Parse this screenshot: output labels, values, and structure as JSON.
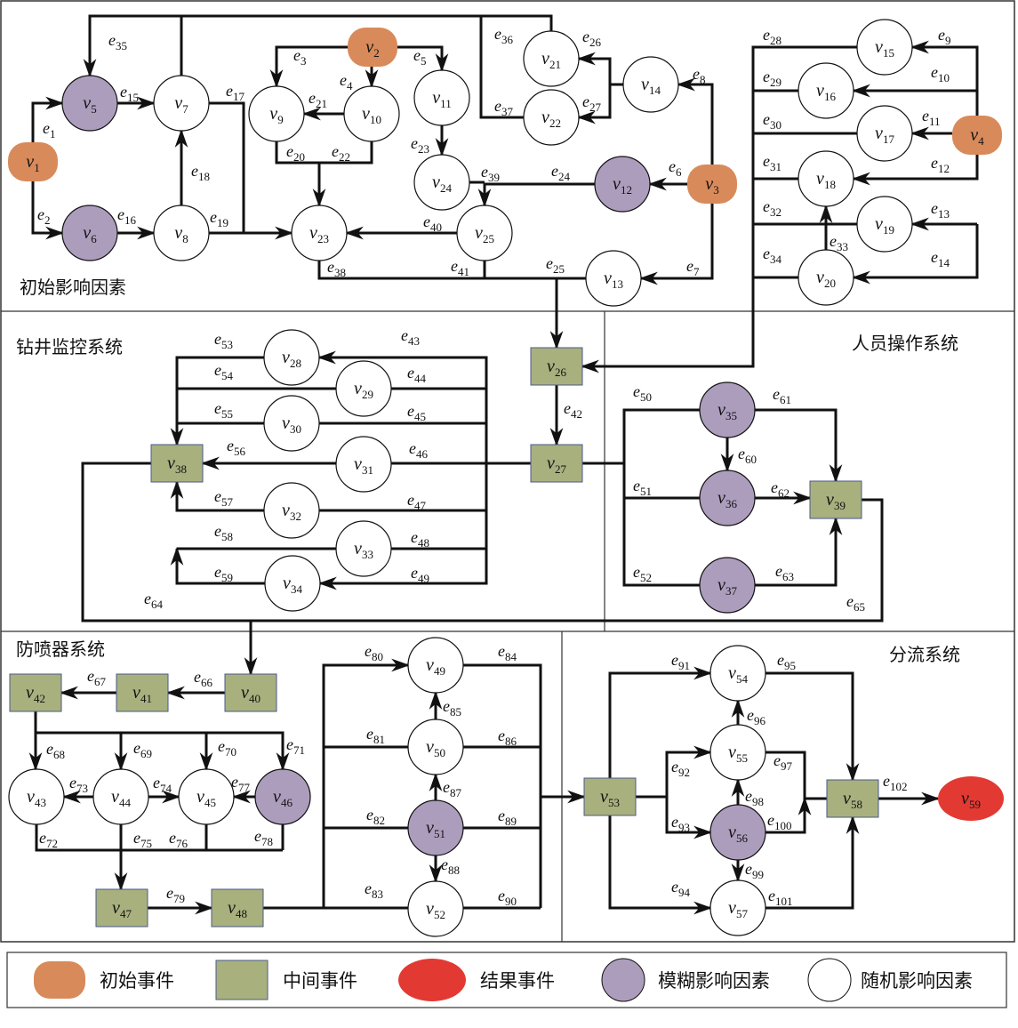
{
  "regions": [
    {
      "id": "initial",
      "title": "初始影响因素"
    },
    {
      "id": "monitor",
      "title": "钻井监控系统"
    },
    {
      "id": "personnel",
      "title": "人员操作系统"
    },
    {
      "id": "bop",
      "title": "防喷器系统"
    },
    {
      "id": "diverter",
      "title": "分流系统"
    }
  ],
  "colors": {
    "initial_event": "#d98a5a",
    "intermediate_event": "#a8b07e",
    "result_event": "#e23a33",
    "fuzzy_factor": "#ad9dbd",
    "random_factor": "#ffffff"
  },
  "legend": [
    {
      "type": "initial_event",
      "label": "初始事件"
    },
    {
      "type": "intermediate_event",
      "label": "中间事件"
    },
    {
      "type": "result_event",
      "label": "结果事件"
    },
    {
      "type": "fuzzy_factor",
      "label": "模糊影响因素"
    },
    {
      "type": "random_factor",
      "label": "随机影响因素"
    }
  ],
  "nodes": [
    {
      "id": "v1",
      "type": "initial_event"
    },
    {
      "id": "v2",
      "type": "initial_event"
    },
    {
      "id": "v3",
      "type": "initial_event"
    },
    {
      "id": "v4",
      "type": "initial_event"
    },
    {
      "id": "v5",
      "type": "fuzzy_factor"
    },
    {
      "id": "v6",
      "type": "fuzzy_factor"
    },
    {
      "id": "v7",
      "type": "random_factor"
    },
    {
      "id": "v8",
      "type": "random_factor"
    },
    {
      "id": "v9",
      "type": "random_factor"
    },
    {
      "id": "v10",
      "type": "random_factor"
    },
    {
      "id": "v11",
      "type": "random_factor"
    },
    {
      "id": "v12",
      "type": "fuzzy_factor"
    },
    {
      "id": "v13",
      "type": "random_factor"
    },
    {
      "id": "v14",
      "type": "random_factor"
    },
    {
      "id": "v15",
      "type": "random_factor"
    },
    {
      "id": "v16",
      "type": "random_factor"
    },
    {
      "id": "v17",
      "type": "random_factor"
    },
    {
      "id": "v18",
      "type": "random_factor"
    },
    {
      "id": "v19",
      "type": "random_factor"
    },
    {
      "id": "v20",
      "type": "random_factor"
    },
    {
      "id": "v21",
      "type": "random_factor"
    },
    {
      "id": "v22",
      "type": "random_factor"
    },
    {
      "id": "v23",
      "type": "random_factor"
    },
    {
      "id": "v24",
      "type": "random_factor"
    },
    {
      "id": "v25",
      "type": "random_factor"
    },
    {
      "id": "v26",
      "type": "intermediate_event"
    },
    {
      "id": "v27",
      "type": "intermediate_event"
    },
    {
      "id": "v28",
      "type": "random_factor"
    },
    {
      "id": "v29",
      "type": "random_factor"
    },
    {
      "id": "v30",
      "type": "random_factor"
    },
    {
      "id": "v31",
      "type": "random_factor"
    },
    {
      "id": "v32",
      "type": "random_factor"
    },
    {
      "id": "v33",
      "type": "random_factor"
    },
    {
      "id": "v34",
      "type": "random_factor"
    },
    {
      "id": "v35",
      "type": "fuzzy_factor"
    },
    {
      "id": "v36",
      "type": "fuzzy_factor"
    },
    {
      "id": "v37",
      "type": "fuzzy_factor"
    },
    {
      "id": "v38",
      "type": "intermediate_event"
    },
    {
      "id": "v39",
      "type": "intermediate_event"
    },
    {
      "id": "v40",
      "type": "intermediate_event"
    },
    {
      "id": "v41",
      "type": "intermediate_event"
    },
    {
      "id": "v42",
      "type": "intermediate_event"
    },
    {
      "id": "v43",
      "type": "random_factor"
    },
    {
      "id": "v44",
      "type": "random_factor"
    },
    {
      "id": "v45",
      "type": "random_factor"
    },
    {
      "id": "v46",
      "type": "fuzzy_factor"
    },
    {
      "id": "v47",
      "type": "intermediate_event"
    },
    {
      "id": "v48",
      "type": "intermediate_event"
    },
    {
      "id": "v49",
      "type": "random_factor"
    },
    {
      "id": "v50",
      "type": "random_factor"
    },
    {
      "id": "v51",
      "type": "fuzzy_factor"
    },
    {
      "id": "v52",
      "type": "random_factor"
    },
    {
      "id": "v53",
      "type": "intermediate_event"
    },
    {
      "id": "v54",
      "type": "random_factor"
    },
    {
      "id": "v55",
      "type": "random_factor"
    },
    {
      "id": "v56",
      "type": "fuzzy_factor"
    },
    {
      "id": "v57",
      "type": "random_factor"
    },
    {
      "id": "v58",
      "type": "intermediate_event"
    },
    {
      "id": "v59",
      "type": "result_event"
    }
  ],
  "edges": [
    {
      "id": "e1",
      "from": "v1",
      "to": "v5"
    },
    {
      "id": "e2",
      "from": "v1",
      "to": "v6"
    },
    {
      "id": "e3",
      "from": "v2",
      "to": "v9"
    },
    {
      "id": "e4",
      "from": "v2",
      "to": "v10"
    },
    {
      "id": "e5",
      "from": "v2",
      "to": "v11"
    },
    {
      "id": "e6",
      "from": "v3",
      "to": "v12"
    },
    {
      "id": "e7",
      "from": "v3",
      "to": "v13"
    },
    {
      "id": "e8",
      "from": "v3",
      "to": "v14"
    },
    {
      "id": "e9",
      "from": "v4",
      "to": "v15"
    },
    {
      "id": "e10",
      "from": "v4",
      "to": "v16"
    },
    {
      "id": "e11",
      "from": "v4",
      "to": "v17"
    },
    {
      "id": "e12",
      "from": "v4",
      "to": "v18"
    },
    {
      "id": "e13",
      "from": "v4",
      "to": "v19"
    },
    {
      "id": "e14",
      "from": "v4",
      "to": "v20"
    },
    {
      "id": "e15",
      "from": "v5",
      "to": "v7"
    },
    {
      "id": "e16",
      "from": "v6",
      "to": "v8"
    },
    {
      "id": "e17",
      "from": "v7",
      "to": "v23"
    },
    {
      "id": "e18",
      "from": "v8",
      "to": "v7"
    },
    {
      "id": "e19",
      "from": "v8",
      "to": "v23"
    },
    {
      "id": "e20",
      "from": "v9",
      "to": "v23"
    },
    {
      "id": "e21",
      "from": "v10",
      "to": "v9"
    },
    {
      "id": "e22",
      "from": "v10",
      "to": "v23"
    },
    {
      "id": "e23",
      "from": "v11",
      "to": "v24"
    },
    {
      "id": "e24",
      "from": "v12",
      "to": "v25"
    },
    {
      "id": "e25",
      "from": "v13",
      "to": "v26"
    },
    {
      "id": "e26",
      "from": "v14",
      "to": "v21"
    },
    {
      "id": "e27",
      "from": "v14",
      "to": "v22"
    },
    {
      "id": "e28",
      "from": "v15",
      "to": "v26"
    },
    {
      "id": "e29",
      "from": "v16",
      "to": "v26"
    },
    {
      "id": "e30",
      "from": "v17",
      "to": "v26"
    },
    {
      "id": "e31",
      "from": "v18",
      "to": "v26"
    },
    {
      "id": "e32",
      "from": "v19",
      "to": "v26"
    },
    {
      "id": "e33",
      "from": "v20",
      "to": "v18"
    },
    {
      "id": "e34",
      "from": "v20",
      "to": "v26"
    },
    {
      "id": "e35",
      "from": "v21",
      "to": "v5"
    },
    {
      "id": "e36",
      "from": "v21",
      "to": "v7"
    },
    {
      "id": "e37",
      "from": "v22",
      "to": "v7"
    },
    {
      "id": "e38",
      "from": "v23",
      "to": "v26"
    },
    {
      "id": "e39",
      "from": "v24",
      "to": "v25"
    },
    {
      "id": "e40",
      "from": "v25",
      "to": "v23"
    },
    {
      "id": "e41",
      "from": "v25",
      "to": "v26"
    },
    {
      "id": "e42",
      "from": "v26",
      "to": "v27"
    },
    {
      "id": "e43",
      "from": "v27",
      "to": "v28"
    },
    {
      "id": "e44",
      "from": "v27",
      "to": "v29"
    },
    {
      "id": "e45",
      "from": "v27",
      "to": "v30"
    },
    {
      "id": "e46",
      "from": "v27",
      "to": "v31"
    },
    {
      "id": "e47",
      "from": "v27",
      "to": "v32"
    },
    {
      "id": "e48",
      "from": "v27",
      "to": "v33"
    },
    {
      "id": "e49",
      "from": "v27",
      "to": "v34"
    },
    {
      "id": "e50",
      "from": "v27",
      "to": "v35"
    },
    {
      "id": "e51",
      "from": "v27",
      "to": "v36"
    },
    {
      "id": "e52",
      "from": "v27",
      "to": "v37"
    },
    {
      "id": "e53",
      "from": "v28",
      "to": "v38"
    },
    {
      "id": "e54",
      "from": "v29",
      "to": "v38"
    },
    {
      "id": "e55",
      "from": "v30",
      "to": "v38"
    },
    {
      "id": "e56",
      "from": "v31",
      "to": "v38"
    },
    {
      "id": "e57",
      "from": "v32",
      "to": "v38"
    },
    {
      "id": "e58",
      "from": "v33",
      "to": "v38"
    },
    {
      "id": "e59",
      "from": "v34",
      "to": "v38"
    },
    {
      "id": "e60",
      "from": "v35",
      "to": "v36"
    },
    {
      "id": "e61",
      "from": "v35",
      "to": "v39"
    },
    {
      "id": "e62",
      "from": "v36",
      "to": "v39"
    },
    {
      "id": "e63",
      "from": "v37",
      "to": "v39"
    },
    {
      "id": "e64",
      "from": "v38",
      "to": "v40"
    },
    {
      "id": "e65",
      "from": "v39",
      "to": "v40"
    },
    {
      "id": "e66",
      "from": "v40",
      "to": "v41"
    },
    {
      "id": "e67",
      "from": "v41",
      "to": "v42"
    },
    {
      "id": "e68",
      "from": "v42",
      "to": "v43"
    },
    {
      "id": "e69",
      "from": "v42",
      "to": "v44"
    },
    {
      "id": "e70",
      "from": "v42",
      "to": "v45"
    },
    {
      "id": "e71",
      "from": "v42",
      "to": "v46"
    },
    {
      "id": "e72",
      "from": "v43",
      "to": "v47"
    },
    {
      "id": "e73",
      "from": "v44",
      "to": "v43"
    },
    {
      "id": "e74",
      "from": "v44",
      "to": "v45"
    },
    {
      "id": "e75",
      "from": "v44",
      "to": "v47"
    },
    {
      "id": "e76",
      "from": "v45",
      "to": "v47"
    },
    {
      "id": "e77",
      "from": "v46",
      "to": "v45"
    },
    {
      "id": "e78",
      "from": "v46",
      "to": "v47"
    },
    {
      "id": "e79",
      "from": "v47",
      "to": "v48"
    },
    {
      "id": "e80",
      "from": "v48",
      "to": "v49"
    },
    {
      "id": "e81",
      "from": "v48",
      "to": "v50"
    },
    {
      "id": "e82",
      "from": "v48",
      "to": "v51"
    },
    {
      "id": "e83",
      "from": "v48",
      "to": "v52"
    },
    {
      "id": "e84",
      "from": "v49",
      "to": "v53"
    },
    {
      "id": "e85",
      "from": "v50",
      "to": "v49"
    },
    {
      "id": "e86",
      "from": "v50",
      "to": "v53"
    },
    {
      "id": "e87",
      "from": "v51",
      "to": "v50"
    },
    {
      "id": "e88",
      "from": "v51",
      "to": "v52"
    },
    {
      "id": "e89",
      "from": "v51",
      "to": "v53"
    },
    {
      "id": "e90",
      "from": "v52",
      "to": "v53"
    },
    {
      "id": "e91",
      "from": "v53",
      "to": "v54"
    },
    {
      "id": "e92",
      "from": "v53",
      "to": "v55"
    },
    {
      "id": "e93",
      "from": "v53",
      "to": "v56"
    },
    {
      "id": "e94",
      "from": "v53",
      "to": "v57"
    },
    {
      "id": "e95",
      "from": "v54",
      "to": "v58"
    },
    {
      "id": "e96",
      "from": "v55",
      "to": "v54"
    },
    {
      "id": "e97",
      "from": "v55",
      "to": "v58"
    },
    {
      "id": "e98",
      "from": "v56",
      "to": "v55"
    },
    {
      "id": "e99",
      "from": "v56",
      "to": "v57"
    },
    {
      "id": "e100",
      "from": "v56",
      "to": "v58"
    },
    {
      "id": "e101",
      "from": "v57",
      "to": "v58"
    },
    {
      "id": "e102",
      "from": "v58",
      "to": "v59"
    }
  ]
}
